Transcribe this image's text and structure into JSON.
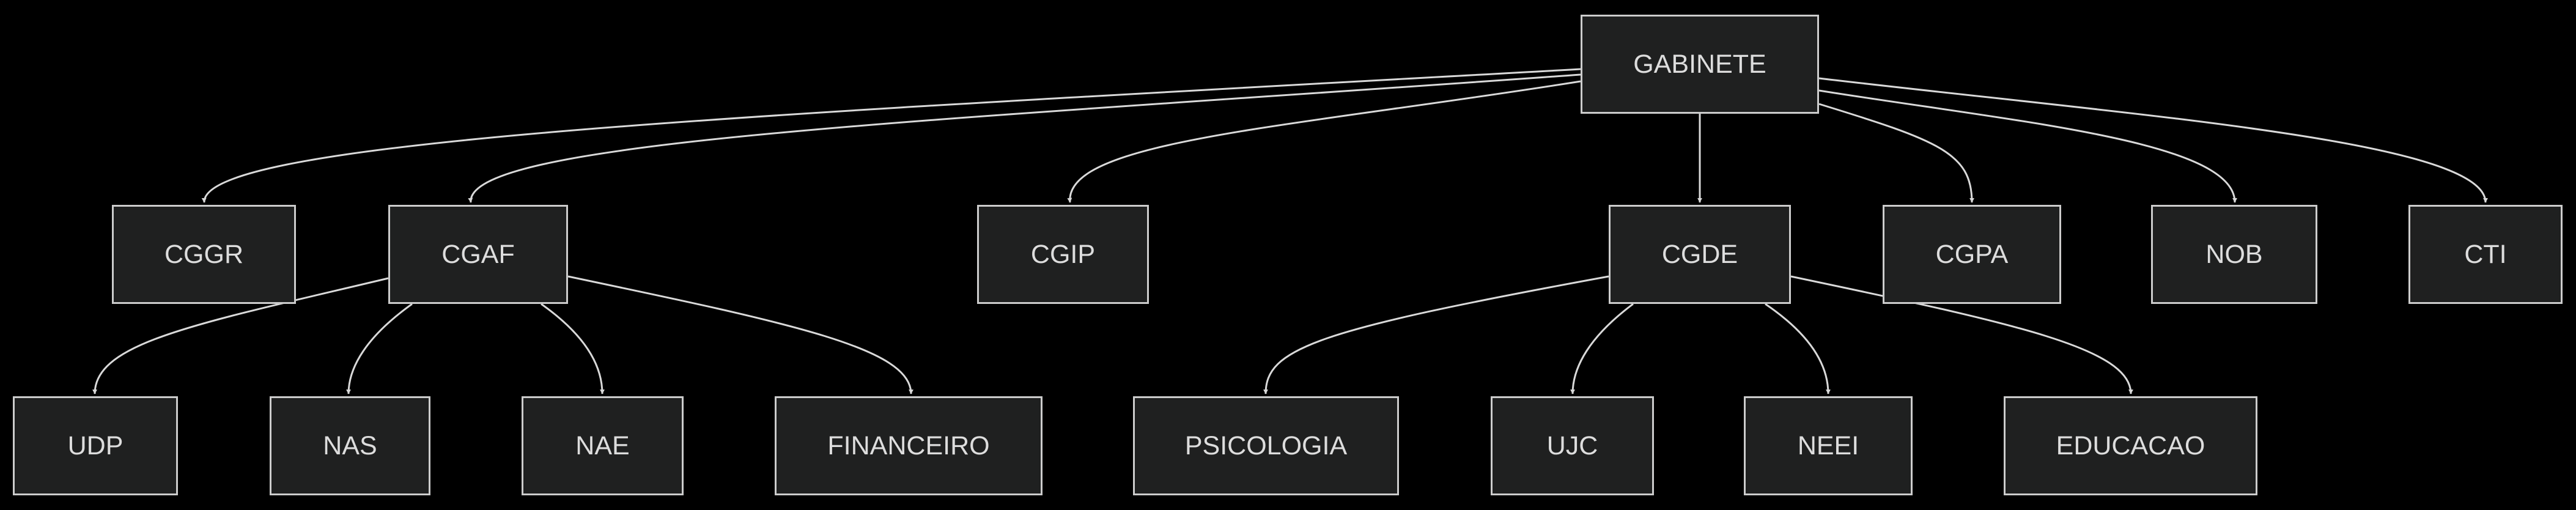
{
  "diagram": {
    "type": "org-chart",
    "colors": {
      "background": "#000000",
      "node_fill": "#1f2020",
      "node_border": "#cccccc",
      "node_text": "#dddddd",
      "edge": "#d9d9d9"
    },
    "nodes": {
      "gabinete": "GABINETE",
      "cggr": "CGGR",
      "cgaf": "CGAF",
      "cgip": "CGIP",
      "cgde": "CGDE",
      "cgpa": "CGPA",
      "nob": "NOB",
      "cti": "CTI",
      "udp": "UDP",
      "nas": "NAS",
      "nae": "NAE",
      "financeiro": "FINANCEIRO",
      "psicologia": "PSICOLOGIA",
      "ujc": "UJC",
      "neei": "NEEI",
      "educacao": "EDUCACAO"
    },
    "edges": [
      [
        "gabinete",
        "cggr"
      ],
      [
        "gabinete",
        "cgaf"
      ],
      [
        "gabinete",
        "cgip"
      ],
      [
        "gabinete",
        "cgde"
      ],
      [
        "gabinete",
        "cgpa"
      ],
      [
        "gabinete",
        "nob"
      ],
      [
        "gabinete",
        "cti"
      ],
      [
        "cgaf",
        "udp"
      ],
      [
        "cgaf",
        "nas"
      ],
      [
        "cgaf",
        "nae"
      ],
      [
        "cgaf",
        "financeiro"
      ],
      [
        "cgde",
        "psicologia"
      ],
      [
        "cgde",
        "ujc"
      ],
      [
        "cgde",
        "neei"
      ],
      [
        "cgde",
        "educacao"
      ]
    ]
  }
}
